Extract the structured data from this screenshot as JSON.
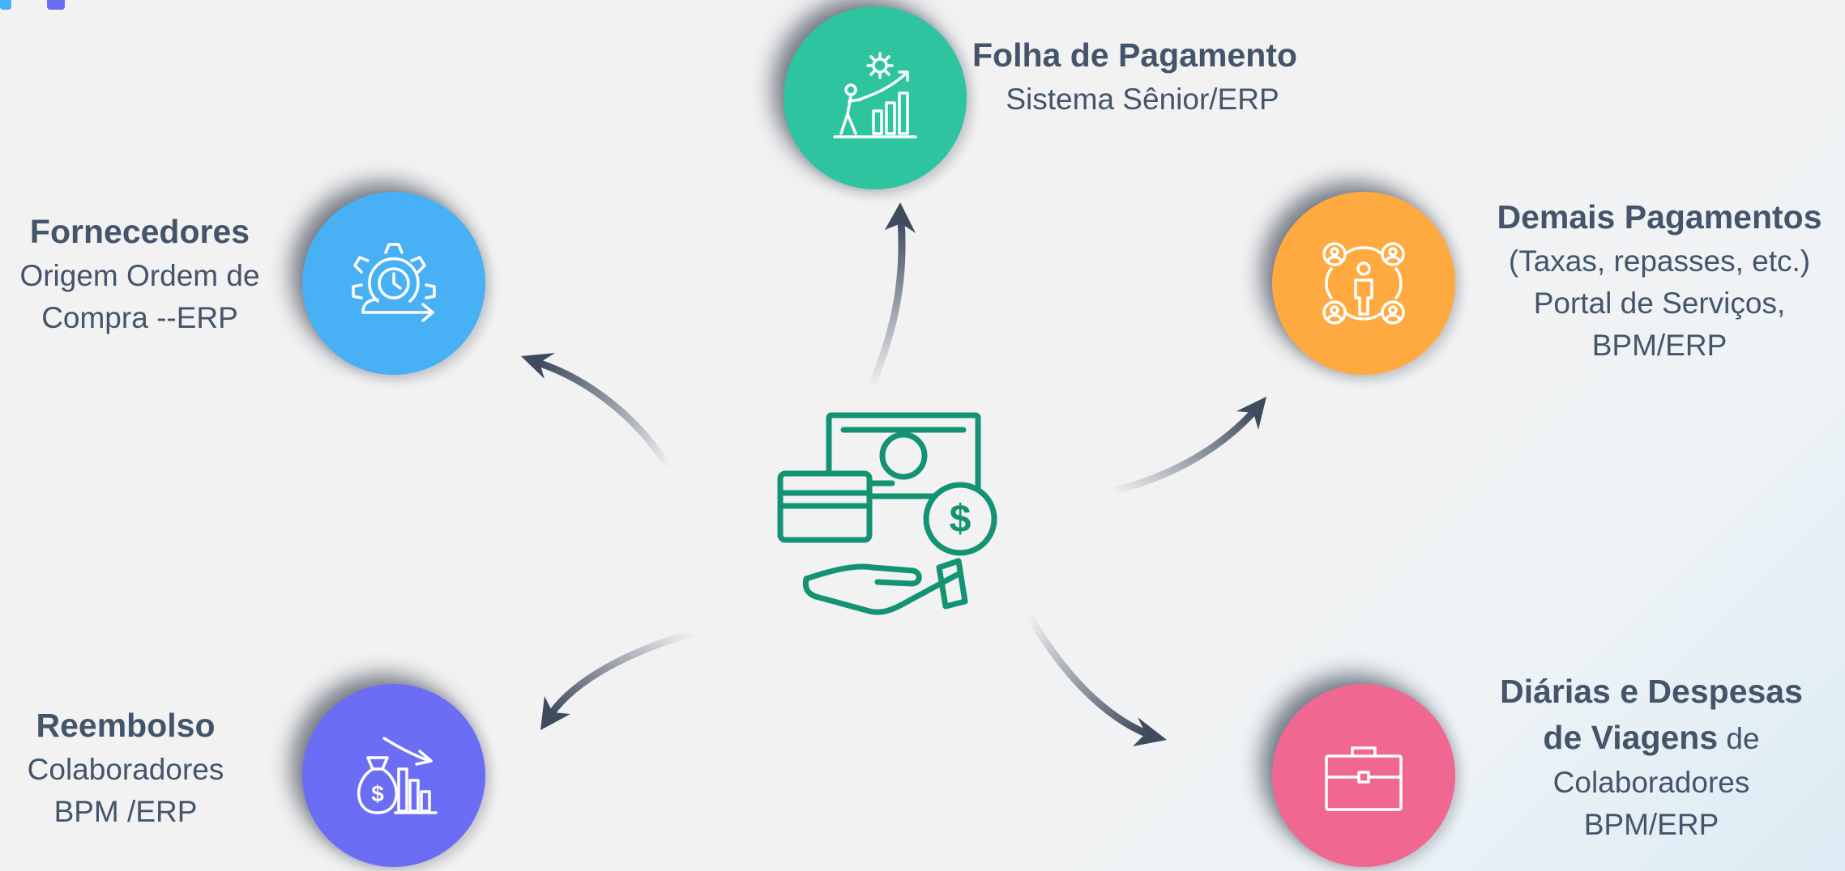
{
  "colors": {
    "folha": "#2ec4a0",
    "fornecedores": "#48b0f4",
    "demais": "#ffaa40",
    "reembolso": "#6b6ef5",
    "diarias": "#f06891",
    "center_icon": "#149373",
    "text": "#44546a",
    "arrow": "#3e4a5e"
  },
  "center": {
    "icon": "money-card-hand-icon"
  },
  "nodes": {
    "folha": {
      "icon": "growth-chart-person-icon",
      "title": "Folha de Pagamento",
      "lines": [
        "Sistema Sênior/ERP"
      ]
    },
    "fornecedores": {
      "icon": "gear-clock-arrow-icon",
      "title": "Fornecedores",
      "lines": [
        "Origem Ordem de",
        "Compra --ERP"
      ]
    },
    "demais": {
      "icon": "people-network-icon",
      "title": "Demais Pagamentos",
      "lines": [
        "(Taxas, repasses, etc.)",
        "Portal de Serviços,",
        "BPM/ERP"
      ]
    },
    "reembolso": {
      "icon": "money-bag-chart-icon",
      "title": "Reembolso",
      "lines": [
        "Colaboradores",
        "BPM /ERP"
      ]
    },
    "diarias": {
      "icon": "briefcase-icon",
      "title_line1": "Diárias e Despesas",
      "title_line2_bold": "de Viagens",
      "title_line2_rest": " de",
      "lines": [
        "Colaboradores",
        "BPM/ERP"
      ]
    }
  }
}
